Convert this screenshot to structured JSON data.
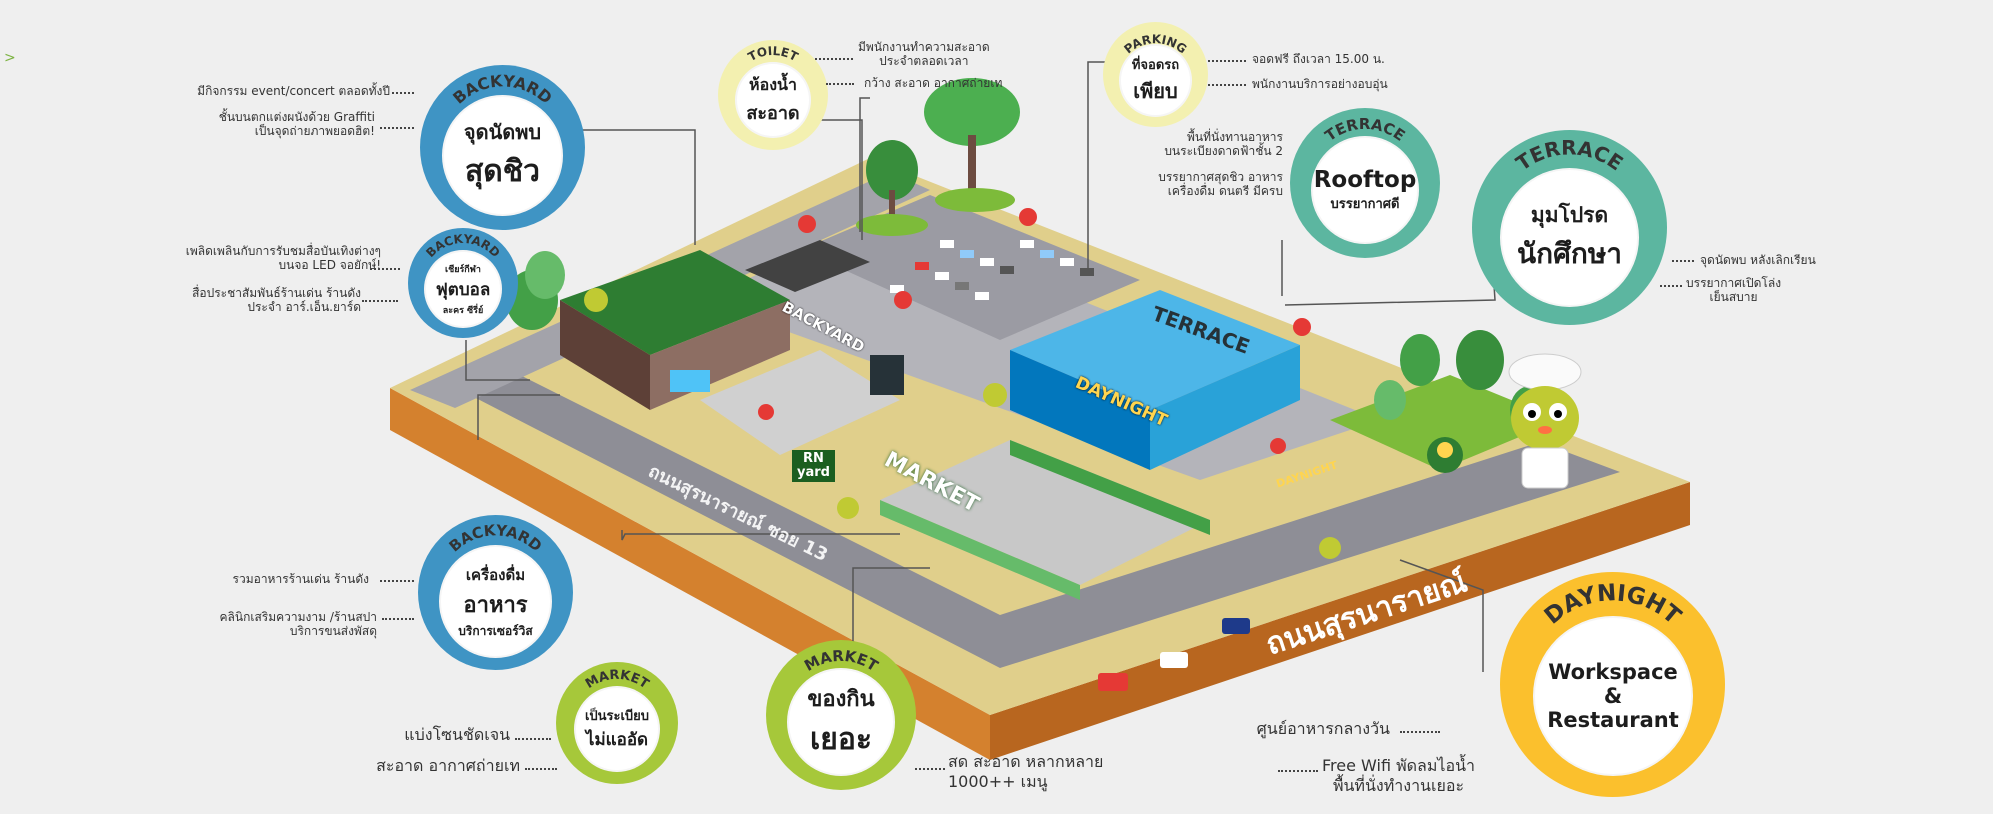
{
  "corner_mark": ">",
  "badges": {
    "backyard_top": {
      "arc": "BACKYARD",
      "line1": "จุดนัดพบ",
      "line2": "สุดชิว"
    },
    "backyard_football": {
      "arc": "BACKYARD",
      "line1": "เชียร์กีฬา",
      "line2": "ฟุตบอล",
      "line3": "ละคร ซีรี่ย์"
    },
    "backyard_food": {
      "arc": "BACKYARD",
      "line1": "เครื่องดื่ม",
      "line2": "อาหาร",
      "line3": "บริการเซอร์วิส"
    },
    "toilet": {
      "arc": "TOILET",
      "line1": "ห้องน้ำ",
      "line2": "สะอาด"
    },
    "parking": {
      "arc": "PARKING",
      "line1": "ที่จอดรถ",
      "line2": "เพียบ"
    },
    "terrace_rooftop": {
      "arc": "TERRACE",
      "line1": "Rooftop",
      "line2": "บรรยากาศดี"
    },
    "terrace_student": {
      "arc": "TERRACE",
      "line1": "มุมโปรด",
      "line2": "นักศึกษา"
    },
    "market_zone": {
      "arc": "MARKET",
      "line1": "เป็นระเบียบ",
      "line2": "ไม่แออัด"
    },
    "market_food": {
      "arc": "MARKET",
      "line1": "ของกิน",
      "line2": "เยอะ"
    },
    "daynight": {
      "arc": "DAYNIGHT",
      "line1": "Workspace",
      "line2": "&",
      "line3": "Restaurant"
    }
  },
  "notes": {
    "backyard_top_1": "มีกิจกรรม event/concert ตลอดทั้งปี",
    "backyard_top_2a": "ชั้นบนตกแต่งผนังด้วย Graffiti",
    "backyard_top_2b": "เป็นจุดถ่ายภาพยอดฮิต!",
    "football_1a": "เพลิดเพลินกับการรับชมสื่อบันเทิงต่างๆ",
    "football_1b": "บนจอ LED จอยักษ์!",
    "football_2a": "สื่อประชาสัมพันธ์ร้านเด่น ร้านดัง",
    "football_2b": "ประจำ อาร์.เอ็น.ยาร์ด",
    "toilet_1a": "มีพนักงานทำความสะอาด",
    "toilet_1b": "ประจำตลอดเวลา",
    "toilet_2": "กว้าง สะอาด อากาศถ่ายเท",
    "parking_1": "จอดฟรี ถึงเวลา 15.00 น.",
    "parking_2": "พนักงานบริการอย่างอบอุ่น",
    "rooftop_1a": "พื้นที่นั่งทานอาหาร",
    "rooftop_1b": "บนระเบียงดาดฟ้าชั้น 2",
    "rooftop_2a": "บรรยากาศสุดชิว อาหาร",
    "rooftop_2b": "เครื่องดื่ม ดนตรี มีครบ",
    "student_1": "จุดนัดพบ หลังเลิกเรียน",
    "student_2a": "บรรยากาศเปิดโล่ง",
    "student_2b": "เย็นสบาย",
    "food_1": "รวมอาหารร้านเด่น ร้านดัง",
    "food_2a": "คลินิกเสริมความงาม /ร้านสปา",
    "food_2b": "บริการขนส่งพัสดุ",
    "market_zone_1": "แบ่งโซนชัดเจน",
    "market_zone_2": "สะอาด อากาศถ่ายเท",
    "market_food_1": "สด สะอาด หลากหลาย",
    "market_food_2": "1000++ เมนู",
    "daynight_1": "ศูนย์อาหารกลางวัน",
    "daynight_2a": "Free Wifi พัดลมไอน้ำ",
    "daynight_2b": "พื้นที่นั่งทำงานเยอะ"
  },
  "map_labels": {
    "road_main": "ถนนสุรนารายณ์",
    "road_soi": "ถนนสุรนารายณ์ ซอย 13",
    "sign_backyard": "BACKYARD",
    "sign_terrace": "TERRACE",
    "sign_daynight": "DAYNIGHT",
    "sign_market": "MARKET",
    "sign_rn_1": "RN",
    "sign_rn_2": "yard",
    "sign_daynight_small": "DAYNIGHT"
  },
  "colors": {
    "blue": "#3f94c4",
    "teal": "#5cb6a0",
    "lime": "#a6c83a",
    "yellow": "#fbc02d",
    "pale_yellow": "#f3f0b0",
    "road": "#8e8e96",
    "base_top": "#e0cf8b",
    "base_side": "#d4812e",
    "grass": "#7dbb3a"
  }
}
